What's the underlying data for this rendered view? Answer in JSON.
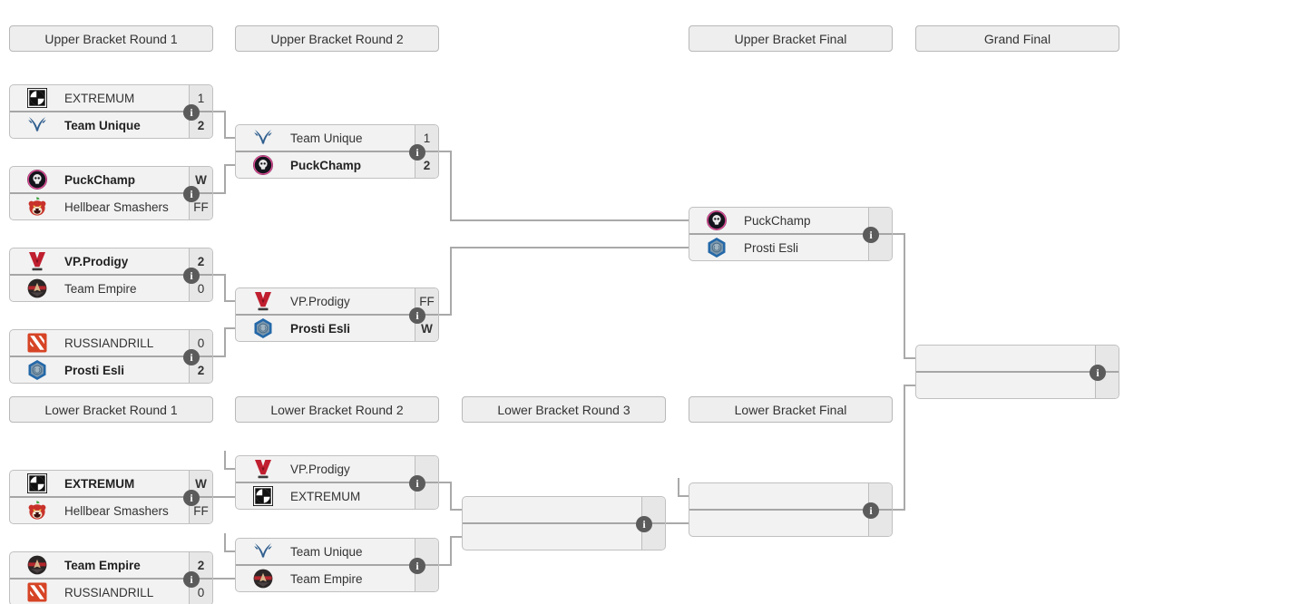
{
  "page_title": "Tournament Bracket",
  "headers": [
    {
      "id": "ubr1",
      "label": "Upper Bracket Round 1"
    },
    {
      "id": "ubr2",
      "label": "Upper Bracket Round 2"
    },
    {
      "id": "ubf",
      "label": "Upper Bracket Final"
    },
    {
      "id": "gf",
      "label": "Grand Final"
    },
    {
      "id": "lbr1",
      "label": "Lower Bracket Round 1"
    },
    {
      "id": "lbr2",
      "label": "Lower Bracket Round 2"
    },
    {
      "id": "lbr3",
      "label": "Lower Bracket Round 3"
    },
    {
      "id": "lbf",
      "label": "Lower Bracket Final"
    }
  ],
  "matches": {
    "ub1_1": {
      "top": {
        "name": "EXTREMUM",
        "icon": "extremum",
        "score": "1",
        "winner": false
      },
      "bottom": {
        "name": "Team Unique",
        "icon": "unique",
        "score": "2",
        "winner": true
      }
    },
    "ub1_2": {
      "top": {
        "name": "PuckChamp",
        "icon": "puckchamp",
        "score": "W",
        "winner": true
      },
      "bottom": {
        "name": "Hellbear Smashers",
        "icon": "hellbear",
        "score": "FF",
        "winner": false
      }
    },
    "ub1_3": {
      "top": {
        "name": "VP.Prodigy",
        "icon": "vpprodigy",
        "score": "2",
        "winner": true
      },
      "bottom": {
        "name": "Team Empire",
        "icon": "empire",
        "score": "0",
        "winner": false
      }
    },
    "ub1_4": {
      "top": {
        "name": "RUSSIANDRILL",
        "icon": "russiandrill",
        "score": "0",
        "winner": false
      },
      "bottom": {
        "name": "Prosti Esli",
        "icon": "prostiesli",
        "score": "2",
        "winner": true
      }
    },
    "ub2_1": {
      "top": {
        "name": "Team Unique",
        "icon": "unique",
        "score": "1",
        "winner": false
      },
      "bottom": {
        "name": "PuckChamp",
        "icon": "puckchamp",
        "score": "2",
        "winner": true
      }
    },
    "ub2_2": {
      "top": {
        "name": "VP.Prodigy",
        "icon": "vpprodigy",
        "score": "FF",
        "winner": false
      },
      "bottom": {
        "name": "Prosti Esli",
        "icon": "prostiesli",
        "score": "W",
        "winner": true
      }
    },
    "ubf": {
      "top": {
        "name": "PuckChamp",
        "icon": "puckchamp",
        "score": "",
        "winner": false
      },
      "bottom": {
        "name": "Prosti Esli",
        "icon": "prostiesli",
        "score": "",
        "winner": false
      }
    },
    "gf": {
      "top": {
        "name": "",
        "icon": null,
        "score": "",
        "winner": false
      },
      "bottom": {
        "name": "",
        "icon": null,
        "score": "",
        "winner": false
      }
    },
    "lb1_1": {
      "top": {
        "name": "EXTREMUM",
        "icon": "extremum",
        "score": "W",
        "winner": true
      },
      "bottom": {
        "name": "Hellbear Smashers",
        "icon": "hellbear",
        "score": "FF",
        "winner": false
      }
    },
    "lb1_2": {
      "top": {
        "name": "Team Empire",
        "icon": "empire",
        "score": "2",
        "winner": true
      },
      "bottom": {
        "name": "RUSSIANDRILL",
        "icon": "russiandrill",
        "score": "0",
        "winner": false
      }
    },
    "lb2_1": {
      "top": {
        "name": "VP.Prodigy",
        "icon": "vpprodigy",
        "score": "",
        "winner": false
      },
      "bottom": {
        "name": "EXTREMUM",
        "icon": "extremum",
        "score": "",
        "winner": false
      }
    },
    "lb2_2": {
      "top": {
        "name": "Team Unique",
        "icon": "unique",
        "score": "",
        "winner": false
      },
      "bottom": {
        "name": "Team Empire",
        "icon": "empire",
        "score": "",
        "winner": false
      }
    },
    "lb3": {
      "top": {
        "name": "",
        "icon": null,
        "score": "",
        "winner": false
      },
      "bottom": {
        "name": "",
        "icon": null,
        "score": "",
        "winner": false
      }
    },
    "lbf": {
      "top": {
        "name": "",
        "icon": null,
        "score": "",
        "winner": false
      },
      "bottom": {
        "name": "",
        "icon": null,
        "score": "",
        "winner": false
      }
    }
  },
  "info_label": "i",
  "icons": {
    "extremum": {
      "name": "extremum-logo",
      "color": "#111111"
    },
    "unique": {
      "name": "team-unique-logo",
      "color": "#2f5e8e"
    },
    "puckchamp": {
      "name": "puckchamp-logo",
      "color": "#d84b93"
    },
    "hellbear": {
      "name": "hellbear-smashers-logo",
      "color": "#c8322b"
    },
    "vpprodigy": {
      "name": "vp-prodigy-logo",
      "color": "#c01f2f"
    },
    "empire": {
      "name": "team-empire-logo",
      "color": "#b3272d"
    },
    "russiandrill": {
      "name": "russiandrill-logo",
      "color": "#d64425"
    },
    "prostiesli": {
      "name": "prosti-esli-logo",
      "color": "#2468a8"
    }
  },
  "palette": {
    "box_bg": "#f2f2f2",
    "score_bg": "#e7e7e7",
    "box_border": "#c0c0c0",
    "row_divider": "#a6a6a6",
    "connector": "#a9a9a9",
    "info_bg": "#5b5b5b",
    "header_bg": "#eeeeee",
    "text": "#333333"
  }
}
